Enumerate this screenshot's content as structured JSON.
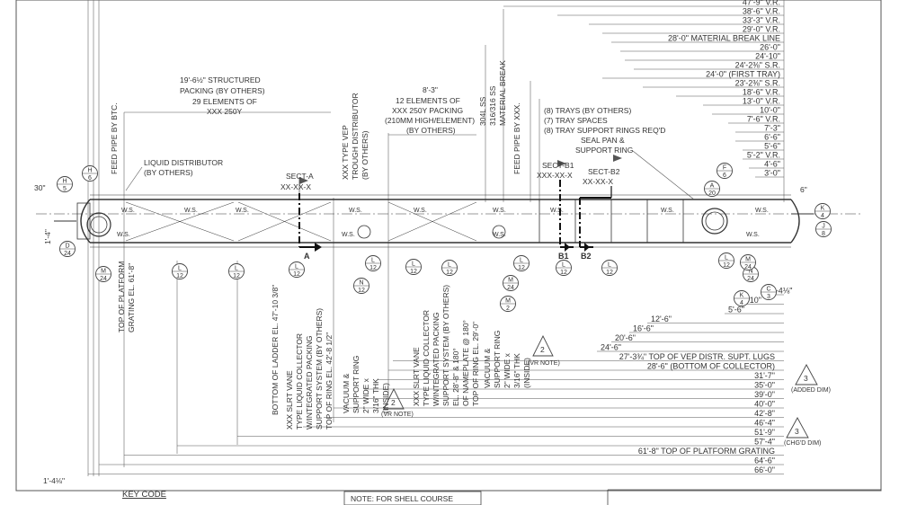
{
  "right_dims": [
    {
      "text": "47'-9\" V.R."
    },
    {
      "text": "38'-6\" V.R."
    },
    {
      "text": "33'-3\" V.R."
    },
    {
      "text": "29'-0\" V.R."
    },
    {
      "text": "28'-0\" MATERIAL BREAK LINE"
    },
    {
      "text": "26'-0\""
    },
    {
      "text": "24'-10\""
    },
    {
      "text": "24'-2⅜\" S.R."
    },
    {
      "text": "24'-0\" (FIRST TRAY)"
    },
    {
      "text": "23'-2⅜\" S.R."
    },
    {
      "text": "18'-6\" V.R."
    },
    {
      "text": "13'-0\" V.R."
    },
    {
      "text": "10'-0\""
    },
    {
      "text": "7'-6\" V.R."
    },
    {
      "text": "7'-3\""
    },
    {
      "text": "6'-6\""
    },
    {
      "text": "5'-6\""
    },
    {
      "text": "5'-2\" V.R."
    },
    {
      "text": "4'-6\""
    },
    {
      "text": "3'-0\""
    }
  ],
  "bottom_dims": [
    {
      "text": "1'-4⅛\""
    },
    {
      "text": "4'-10\""
    },
    {
      "text": "5'-6\""
    },
    {
      "text": "12'-6\""
    },
    {
      "text": "16'-6\""
    },
    {
      "text": "20'-6\""
    },
    {
      "text": "24'-6\""
    },
    {
      "text": "27'-3¾\" TOP OF VEP DISTR. SUPT. LUGS"
    },
    {
      "text": "28'-6\" (BOTTOM OF COLLECTOR)"
    },
    {
      "text": "31'-7\""
    },
    {
      "text": "35'-0\""
    },
    {
      "text": "39'-0\""
    },
    {
      "text": "40'-0\""
    },
    {
      "text": "42'-8\""
    },
    {
      "text": "46'-4\""
    },
    {
      "text": "51'-9\""
    },
    {
      "text": "57'-4\""
    },
    {
      "text": "61'-8\" TOP OF PLATFORM GRATING"
    },
    {
      "text": "64'-6\""
    },
    {
      "text": "66'-0\""
    }
  ],
  "notes": {
    "structured_packing": [
      "19'-6½\" STRUCTURED",
      "PACKING (BY OTHERS)",
      "29 ELEMENTS OF",
      "XXX 250Y"
    ],
    "elements_packing": [
      "8'-3\"",
      "12 ELEMENTS OF",
      "XXX 250Y PACKING",
      "(210MM HIGH/ELEMENT)",
      "(BY OTHERS)"
    ],
    "liquid_distributor": [
      "LIQUID DISTRIBUTOR",
      "(BY OTHERS)"
    ],
    "trays": [
      "(8) TRAYS (BY OTHERS)",
      "(7) TRAY SPACES",
      "(8) TRAY SUPPORT RINGS REQ'D",
      "SEAL PAN &",
      "SUPPORT RING"
    ],
    "feed_pipe_btc": "FEED PIPE BY BTC.",
    "vep_trough": [
      "XXX TYPE VEP",
      "TROUGH DISTRIBUTOR",
      "(BY OTHERS)"
    ],
    "material": [
      "304L SS",
      "316/316 SS",
      "MATERIAL BREAK"
    ],
    "feed_pipe_xxx": "FEED PIPE BY XXX.",
    "platform": [
      "TOP OF PLATFORM",
      "GRATING EL. 61'-8\""
    ],
    "ladder": "BOTTOM OF LADDER EL. 47'-10 3/8\"",
    "slrt_1": [
      "XXX SLRT VANE",
      "TYPE LIQUID COLLECTOR",
      "W/INTEGRATED PACKING",
      "SUPPORT SYSTEM (BY OTHERS)",
      "TOP OF RING EL. 42'-8 1/2\""
    ],
    "vac_ring_1": [
      "VACUUM &",
      "SUPPORT RING",
      "2\" WIDE x",
      "3/16\" THK",
      "(INSIDE)"
    ],
    "slrt_2": [
      "XXX SLRT VANE",
      "TYPE LIQUID COLLECTOR",
      "W/INTEGRATED PACKING",
      "SUPPORT SYSTEM (BY OTHERS)",
      "EL. 28'-8\" & 180°",
      "OF NAMEPLATE @ 180°",
      "TOP OF RING EL. 29'-0\""
    ],
    "vac_ring_2": [
      "VACUUM &",
      "SUPPORT RING",
      "2\" WIDE x",
      "3/16\" THK",
      "(INSIDE)"
    ],
    "key_code": "KEY CODE",
    "shell_note": "NOTE: FOR SHELL COURSE",
    "vr_note": "(VR NOTE)",
    "added_dim": "(ADDED DIM)",
    "chgd_dim": "(CHG'D DIM)"
  },
  "misc_dims": {
    "left_30": "30\"",
    "left_1_4": "1'-4\"",
    "bottom_left": "1'-4⅛\"",
    "right_6": "6\""
  },
  "sections": [
    {
      "label": "SECT-A",
      "ref": "XX-XX-X",
      "cut": "A"
    },
    {
      "label": "SECT-B1",
      "ref": "XXX-XX-X",
      "cut": "B1"
    },
    {
      "label": "SECT-B2",
      "ref": "XX-XX-X",
      "cut": "B2"
    }
  ],
  "revisions": [
    "2",
    "2",
    "3",
    "3"
  ],
  "ws_label": "W.S.",
  "nozzle_tags": [
    "H 5",
    "H 6",
    "D 24",
    "M 24",
    "L 12",
    "L 12",
    "L 12",
    "L 12",
    "N 12",
    "L 12",
    "L 12",
    "L 12",
    "L 12",
    "M 24",
    "L 12",
    "M 2",
    "N 24",
    "A 20",
    "F 6",
    "K 4",
    "J 8",
    "M 24",
    "L 12",
    "K 4",
    "C 3"
  ],
  "colors": {
    "line": "#4a4a4a",
    "heavy": "#111111",
    "paper": "#ffffff"
  }
}
